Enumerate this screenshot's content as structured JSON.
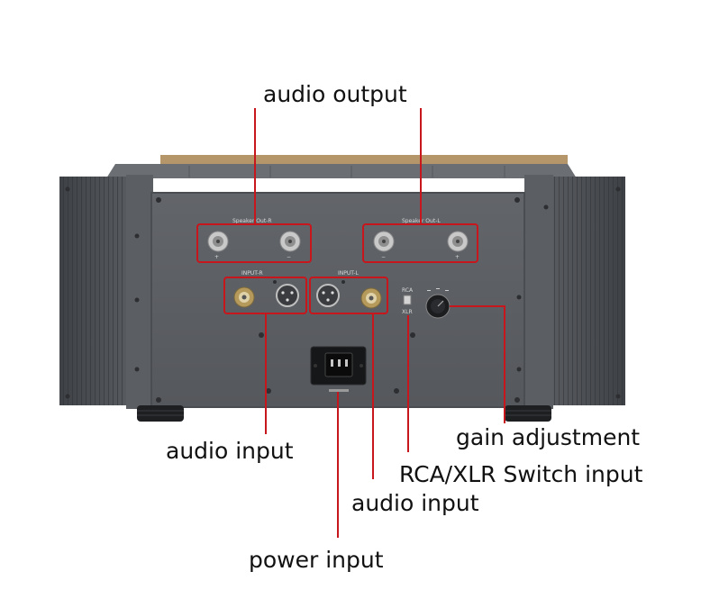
{
  "callouts": {
    "audio_output": "audio output",
    "audio_input_right": "audio input",
    "audio_input_left": "audio input",
    "power_input": "power input",
    "gain_adjustment": "gain adjustment",
    "rca_xlr_switch": "RCA/XLR Switch input"
  },
  "panel": {
    "speaker_out_r": "Speaker Out-R",
    "speaker_out_l": "Speaker Out-L",
    "input_r": "INPUT-R",
    "input_l": "INPUT-L",
    "rca": "RCA",
    "xlr": "XLR",
    "plus": "+",
    "minus": "−"
  },
  "colors": {
    "callout_line": "#c8161d",
    "chassis": "#55585c",
    "heatsink": "#4a4d51",
    "wood_top": "#b5966a"
  }
}
